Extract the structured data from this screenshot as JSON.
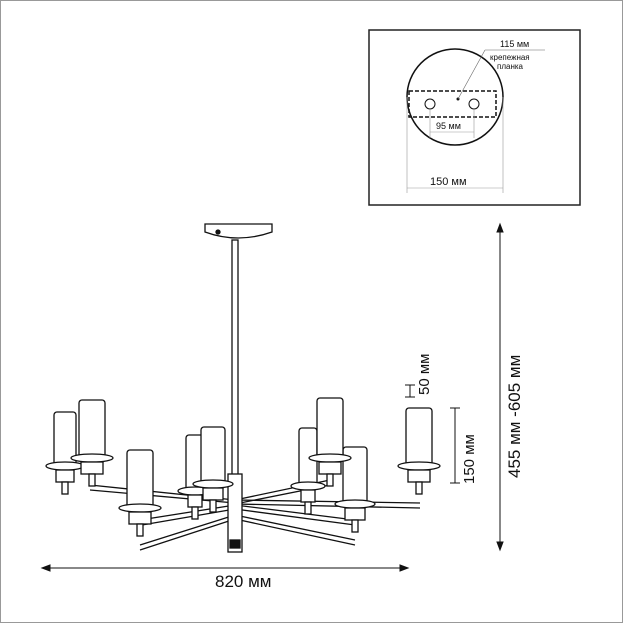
{
  "inset": {
    "bar_length": "115 мм",
    "bar_label_line1": "крепежная",
    "bar_label_line2": "планка",
    "hole_spacing": "95 мм",
    "canopy_diameter": "150 мм"
  },
  "dimensions": {
    "width": "820 мм",
    "height": "455 мм -605 мм",
    "canopy_to_shade": "50 мм",
    "shade_height": "150 мм"
  }
}
